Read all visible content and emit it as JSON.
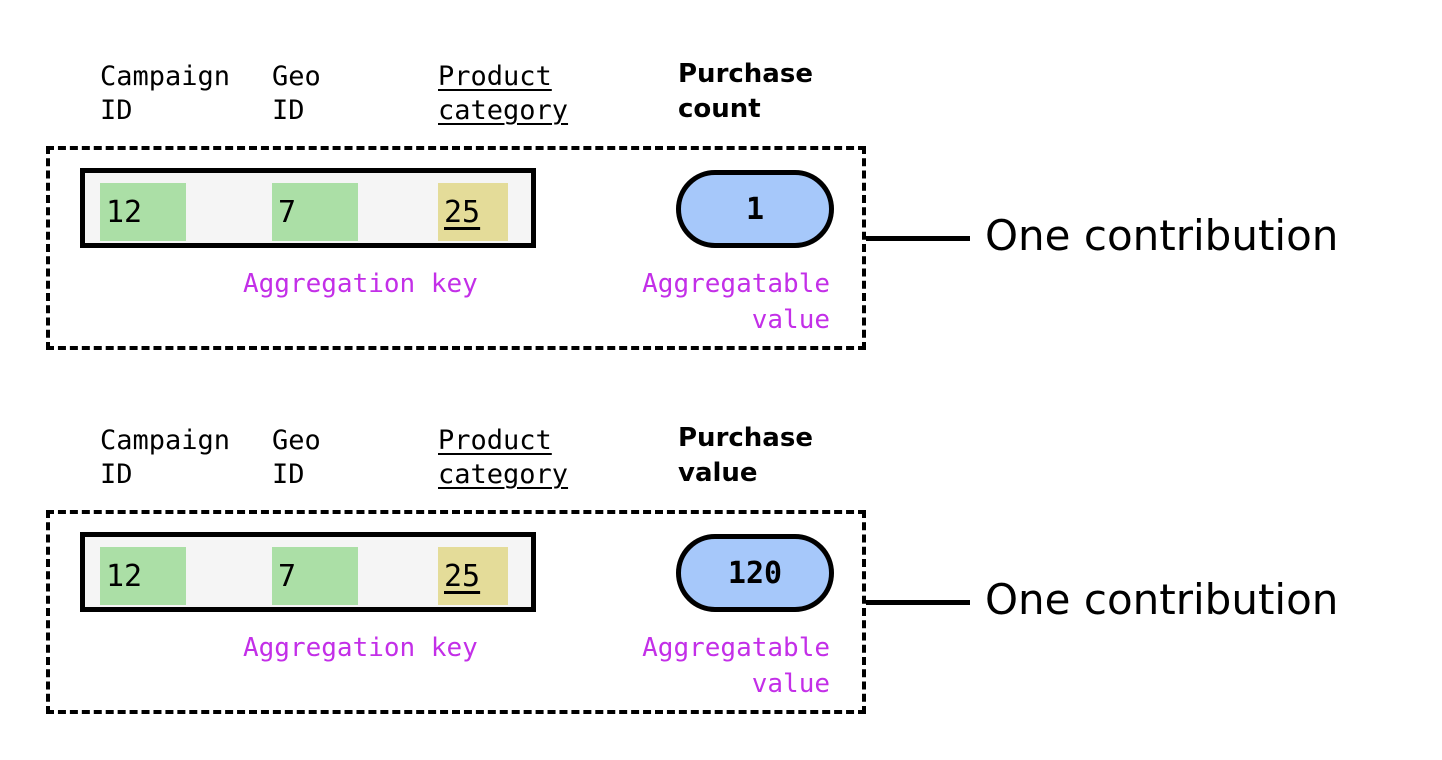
{
  "page": {
    "background": "#ffffff",
    "accent_purple": "#c32fe8",
    "chip_green": "#abdfa6",
    "chip_yellow": "#e4dc99",
    "pill_blue": "#a6c8fa",
    "box_fill": "#f5f5f5",
    "stroke": "#000000"
  },
  "blocks": [
    {
      "headers": {
        "campaign": "Campaign\nID",
        "geo": "Geo\nID",
        "product_line1": "Product",
        "product_line2": "category",
        "metric": "Purchase\ncount"
      },
      "aggregation_key": {
        "label": "Aggregation key",
        "chips": [
          {
            "value": "12",
            "color": "#abdfa6",
            "underlined": false
          },
          {
            "value": "7",
            "color": "#abdfa6",
            "underlined": false
          },
          {
            "value": "25",
            "color": "#e4dc99",
            "underlined": true
          }
        ]
      },
      "aggregatable_value": {
        "label": "Aggregatable\n       value",
        "value": "1",
        "color": "#a6c8fa"
      },
      "caption": "One contribution"
    },
    {
      "headers": {
        "campaign": "Campaign\nID",
        "geo": "Geo\nID",
        "product_line1": "Product",
        "product_line2": "category",
        "metric": "Purchase\nvalue"
      },
      "aggregation_key": {
        "label": "Aggregation key",
        "chips": [
          {
            "value": "12",
            "color": "#abdfa6",
            "underlined": false
          },
          {
            "value": "7",
            "color": "#abdfa6",
            "underlined": false
          },
          {
            "value": "25",
            "color": "#e4dc99",
            "underlined": true
          }
        ]
      },
      "aggregatable_value": {
        "label": "Aggregatable\n       value",
        "value": "120",
        "color": "#a6c8fa"
      },
      "caption": "One contribution"
    }
  ]
}
